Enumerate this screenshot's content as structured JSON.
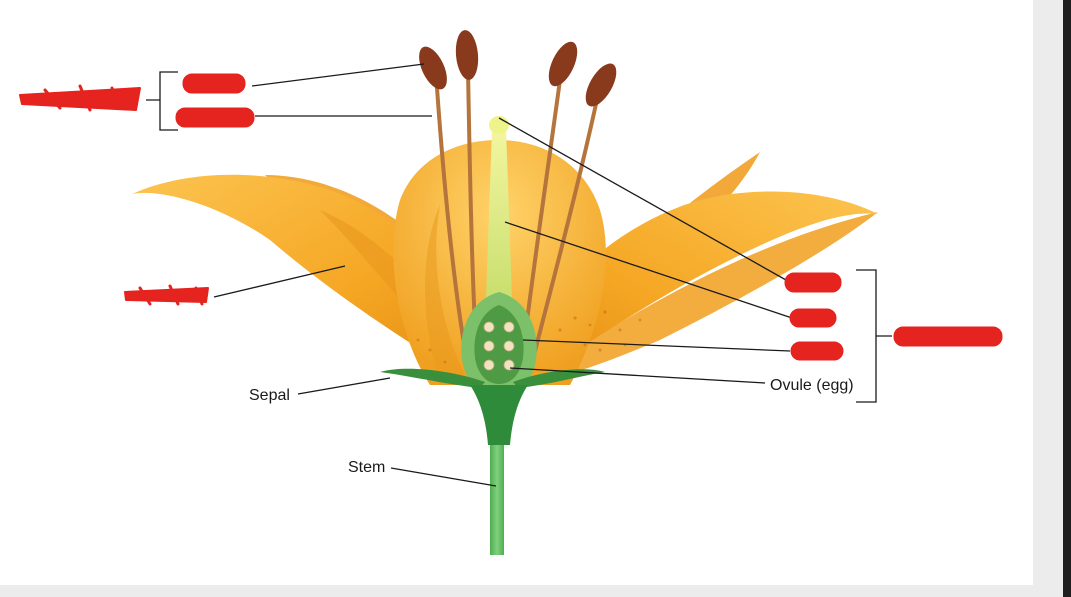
{
  "labels": {
    "sepal": "Sepal",
    "stem": "Stem",
    "ovule": "Ovule (egg)"
  },
  "colors": {
    "background": "#ffffff",
    "frame": "#ececec",
    "right_strip": "#1f1f1f",
    "petal": "#f5a623",
    "petal_light": "#fcc450",
    "petal_dark": "#e08a12",
    "stem": "#5cb85c",
    "receptacle": "#2e8b3a",
    "pistil": "#d9e77a",
    "ovary": "#7cc06a",
    "ovule": "#f1e3c2",
    "filament": "#b5743c",
    "anther": "#8a3a1c",
    "redaction": "#e5231f",
    "leader_line": "#1a1a1a"
  },
  "redactions": {
    "stamen_group_label": "redacted",
    "anther_label": "redacted",
    "filament_label": "redacted",
    "petal_label": "redacted",
    "stigma_label": "redacted",
    "style_label": "redacted",
    "ovary_label": "redacted",
    "pistil_group_label": "redacted"
  }
}
